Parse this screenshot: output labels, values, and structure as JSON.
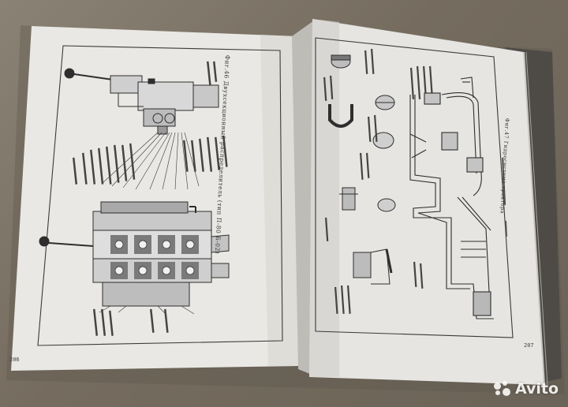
{
  "left_page": {
    "page_number": "206",
    "figure_caption": "Фиг.46 Двухсекционный распределитель (тип П-80 Б-02)"
  },
  "right_page": {
    "page_number": "207",
    "figure_caption": "Фиг.47 Гидросистема трактора"
  },
  "watermark": {
    "text": "Avito"
  }
}
